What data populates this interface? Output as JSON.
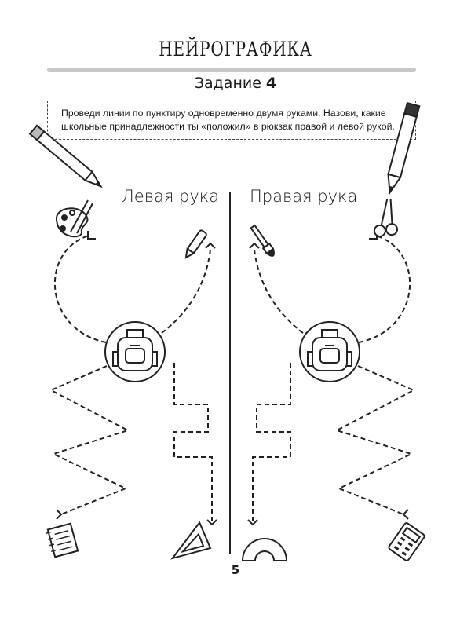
{
  "header": {
    "title": "НЕЙРОГРАФИКА"
  },
  "task": {
    "label": "Задание",
    "number": "4"
  },
  "instruction": {
    "line1": "Проведи линии по пунктиру одновременно двумя руками. Назови, какие",
    "line2": "школьные принадлежности ты «положил» в рюкзак правой и левой рукой."
  },
  "labels": {
    "left": "Левая рука",
    "right": "Правая рука"
  },
  "footer": {
    "page_number": "5"
  }
}
